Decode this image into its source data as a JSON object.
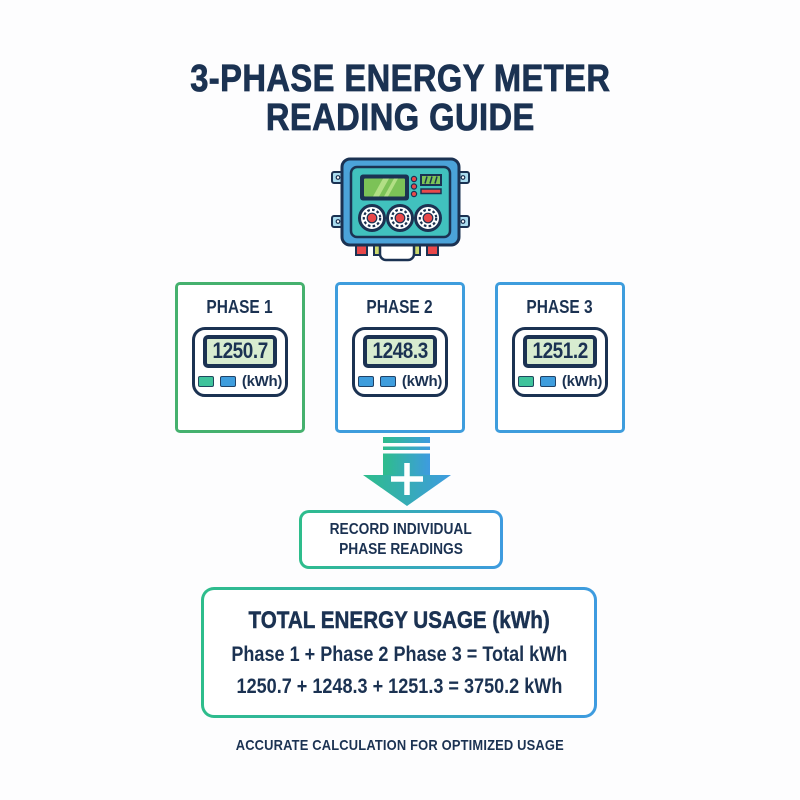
{
  "title": {
    "line1": "3-PHASE ENERGY METER",
    "line2": "READING GUIDE"
  },
  "meter_illustration": {
    "icon": "three-phase-energy-meter-icon"
  },
  "phases": [
    {
      "label": "PHASE 1",
      "reading": "1250.7",
      "unit": "(kWh)",
      "border_color": "#45b16e",
      "led_colors": [
        "#3fc39c",
        "#3e9ddd"
      ]
    },
    {
      "label": "PHASE 2",
      "reading": "1248.3",
      "unit": "(kWh)",
      "border_color": "#3e9ddd",
      "led_colors": [
        "#3e9ddd",
        "#3e9ddd"
      ]
    },
    {
      "label": "PHASE 3",
      "reading": "1251.2",
      "unit": "(kWh)",
      "border_color": "#3e9ddd",
      "led_colors": [
        "#3fc39c",
        "#3e9ddd"
      ]
    }
  ],
  "arrow": {
    "icon": "down-arrow-with-plus-icon"
  },
  "record_box": {
    "line1": "RECORD INDIVIDUAL",
    "line2": "PHASE READINGS"
  },
  "total_box": {
    "title": "TOTAL ENERGY USAGE (kWh)",
    "formula": "Phase 1 + Phase 2 Phase 3 = Total kWh",
    "calculation": "1250.7 + 1248.3 + 1251.3 = 3750.2 kWh"
  },
  "footer": {
    "text": "ACCURATE CALCULATION FOR OPTIMIZED USAGE"
  },
  "colors": {
    "navy_text": "#1b3252",
    "gradient_green": "#2ebd8b",
    "gradient_blue": "#3e9be0",
    "lcd_background": "#d8ecd0",
    "phase1_border_green": "#45b16e",
    "phase_border_blue": "#3e9ddd",
    "meter_body_blue": "#4ba3d9",
    "meter_panel_teal": "#41c1be",
    "meter_screen_green": "#7cc257",
    "meter_red": "#e8484a",
    "meter_tab_yellow": "#ccd96b",
    "meter_tab_lightblue": "#aadcef"
  }
}
